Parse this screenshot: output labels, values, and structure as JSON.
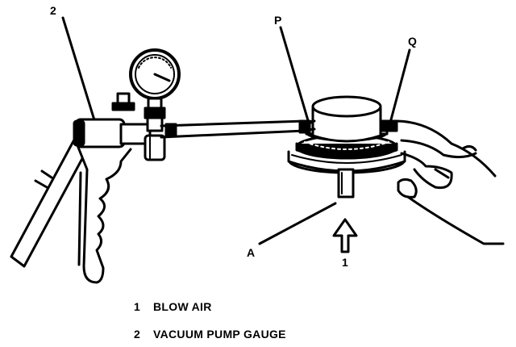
{
  "callouts": {
    "label_2": "2",
    "label_p": "P",
    "label_q": "Q",
    "label_a": "A",
    "label_1": "1"
  },
  "legend": [
    {
      "number": "1",
      "text": "BLOW AIR"
    },
    {
      "number": "2",
      "text": "VACUUM PUMP GAUGE"
    }
  ],
  "colors": {
    "ink": "#000000",
    "paper": "#ffffff"
  }
}
